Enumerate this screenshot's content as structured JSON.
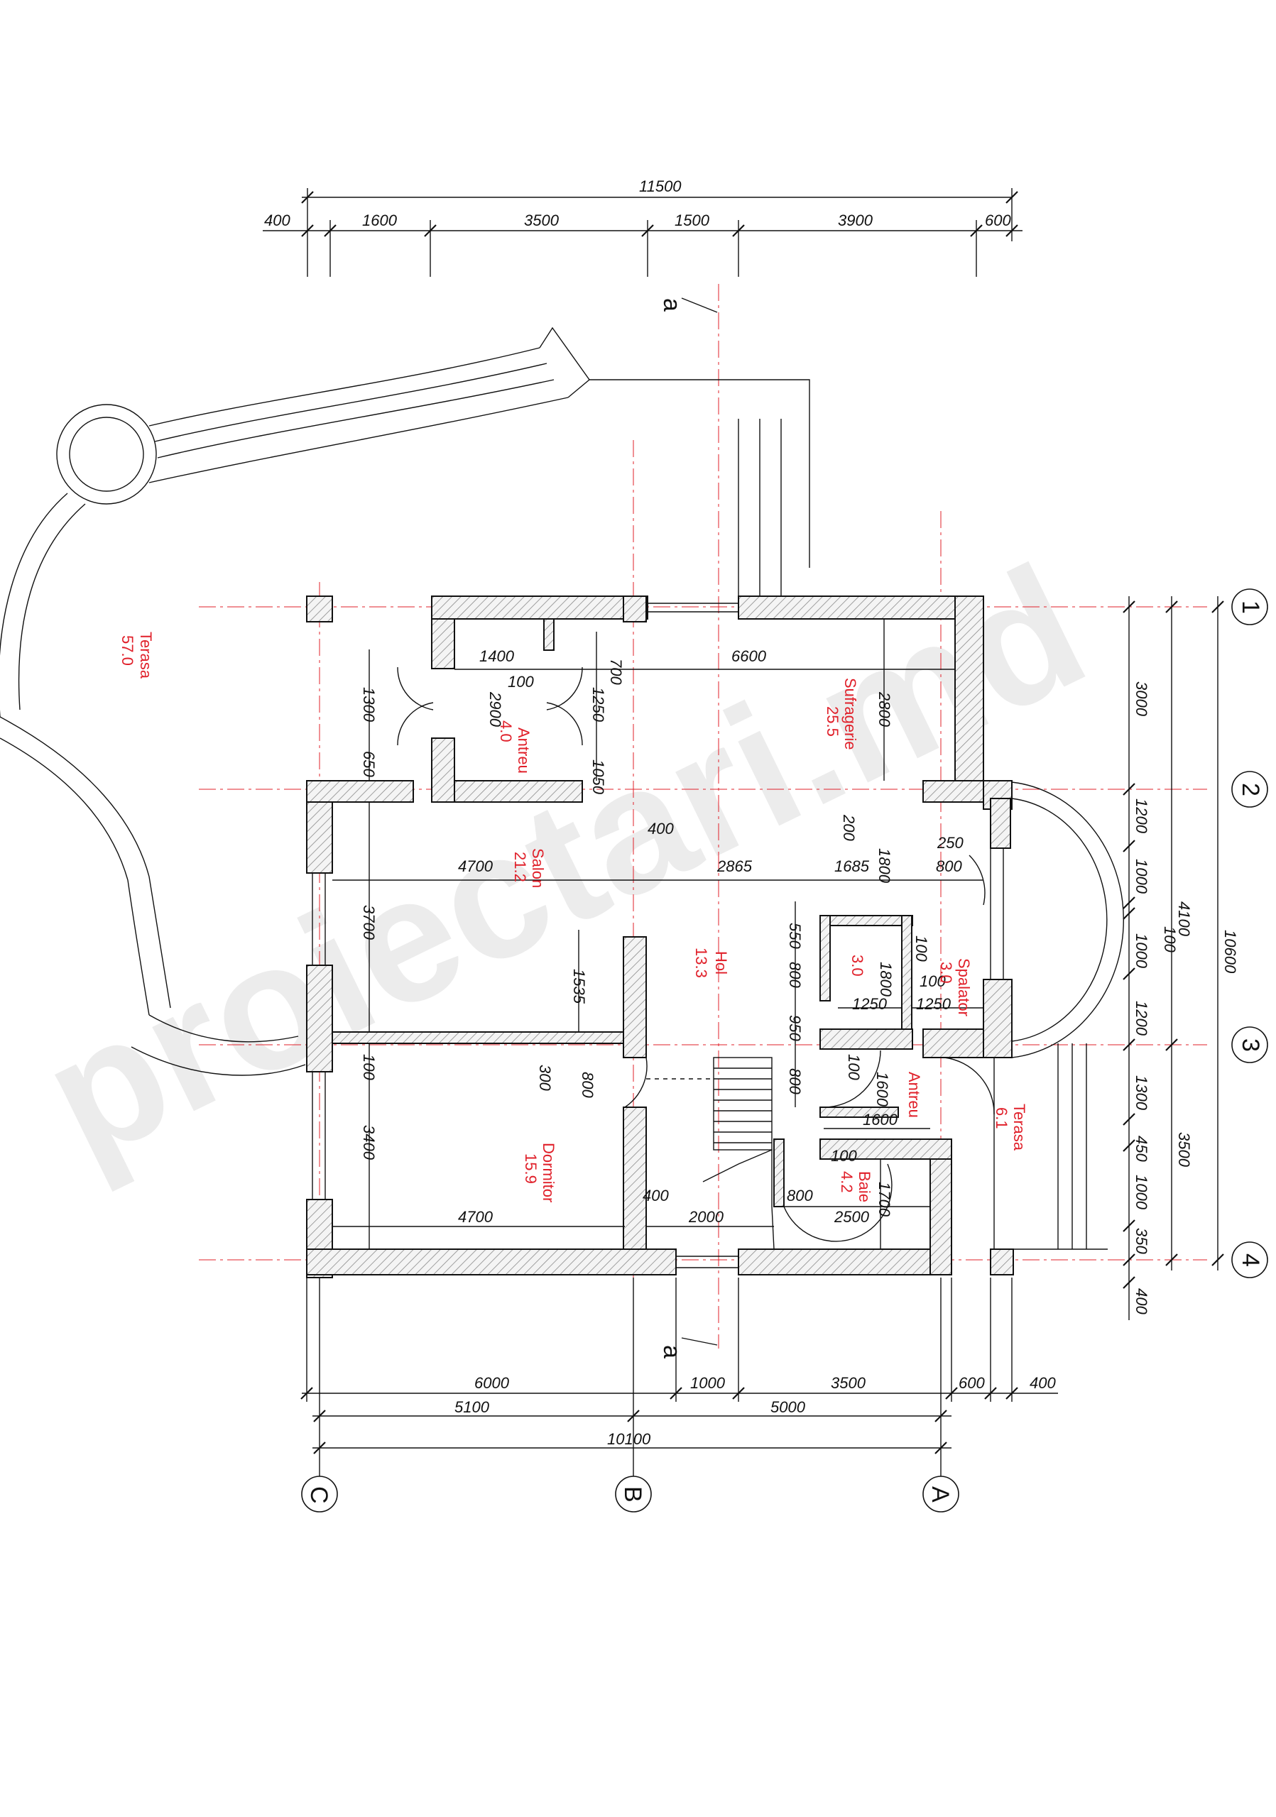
{
  "colors": {
    "line": "#111111",
    "accent": "#e0202a",
    "hatch": "#999999"
  },
  "watermark": "proiectari.md",
  "section_mark": "a",
  "axes": {
    "columns": [
      "C",
      "B",
      "A"
    ],
    "rows": [
      "1",
      "2",
      "3",
      "4"
    ]
  },
  "top_dims": {
    "total": "11500",
    "parts": [
      "400",
      "1600",
      "3500",
      "1500",
      "3900",
      "600"
    ]
  },
  "bottom_dims": {
    "row1": [
      "6000",
      "1000",
      "3500",
      "600",
      "400"
    ],
    "row2": [
      "5100",
      "5000"
    ],
    "total": "10100"
  },
  "right_dims": {
    "row1": [
      "3000",
      "1200",
      "1000",
      "100",
      "1000",
      "1200",
      "1300",
      "450",
      "1000",
      "350",
      "400"
    ],
    "row2": [
      "4100",
      "3500"
    ],
    "total": "10600"
  },
  "inner_dims": [
    "1400",
    "700",
    "6600",
    "100",
    "1300",
    "2900",
    "1250",
    "650",
    "1050",
    "2800",
    "400",
    "200",
    "250",
    "4700",
    "2865",
    "1685",
    "1800",
    "800",
    "3700",
    "1535",
    "550",
    "800",
    "100",
    "1800",
    "100",
    "1250",
    "1250",
    "950",
    "100",
    "300",
    "800",
    "800",
    "100",
    "1600",
    "1600",
    "3400",
    "100",
    "400",
    "800",
    "1700",
    "4700",
    "2000",
    "2500"
  ],
  "rooms": [
    {
      "name": "Terasa",
      "area": "57.0"
    },
    {
      "name": "Antreu",
      "area": "4.0"
    },
    {
      "name": "Sufragerie",
      "area": "25.5"
    },
    {
      "name": "Salon",
      "area": "21.2"
    },
    {
      "name": "Hol",
      "area": "13.3"
    },
    {
      "name": "3.0",
      "area": ""
    },
    {
      "name": "Spalator",
      "area": "3.0"
    },
    {
      "name": "Antreu",
      "area": ""
    },
    {
      "name": "Terasa",
      "area": "6.1"
    },
    {
      "name": "Dormitor",
      "area": "15.9"
    },
    {
      "name": "Baie",
      "area": "4.2"
    }
  ]
}
